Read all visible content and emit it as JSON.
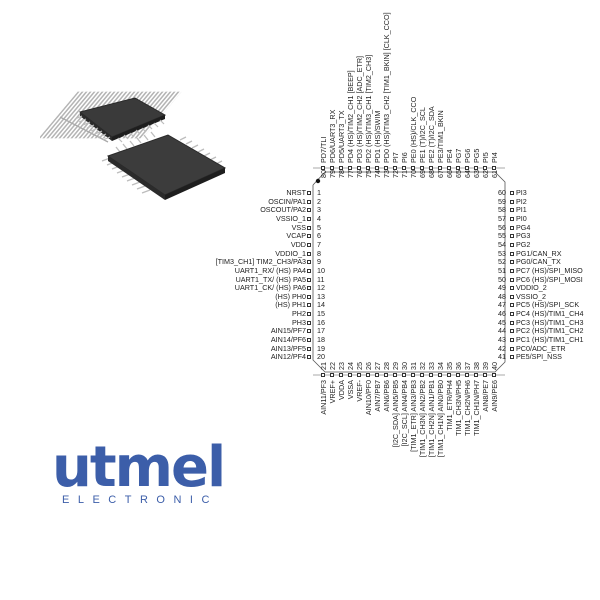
{
  "logo": {
    "main": "utmel",
    "sub": "ELECTRONIC",
    "color": "#3c5ea9"
  },
  "package_image": {
    "description": "two LQFP-80 chips"
  },
  "pinout": {
    "pin1_marker": "dot",
    "left": [
      {
        "n": "1",
        "label": "NRST"
      },
      {
        "n": "2",
        "label": "OSCIN/PA1"
      },
      {
        "n": "3",
        "label": "OSCOUT/PA2"
      },
      {
        "n": "4",
        "label": "VSSIO_1"
      },
      {
        "n": "5",
        "label": "VSS"
      },
      {
        "n": "6",
        "label": "VCAP"
      },
      {
        "n": "7",
        "label": "VDD"
      },
      {
        "n": "8",
        "label": "VDDIO_1"
      },
      {
        "n": "9",
        "label": "[TIM3_CH1] TIM2_CH3/PA3"
      },
      {
        "n": "10",
        "label": "UART1_RX/ (HS) PA4"
      },
      {
        "n": "11",
        "label": "UART1_TX/ (HS) PA5"
      },
      {
        "n": "12",
        "label": "UART1_CK/ (HS) PA6"
      },
      {
        "n": "13",
        "label": "(HS) PH0"
      },
      {
        "n": "14",
        "label": "(HS) PH1"
      },
      {
        "n": "15",
        "label": "PH2"
      },
      {
        "n": "16",
        "label": "PH3"
      },
      {
        "n": "17",
        "label": "AIN15/PF7"
      },
      {
        "n": "18",
        "label": "AIN14/PF6"
      },
      {
        "n": "19",
        "label": "AIN13/PF5"
      },
      {
        "n": "20",
        "label": "AIN12/PF4"
      }
    ],
    "right": [
      {
        "n": "60",
        "label": "PI3"
      },
      {
        "n": "59",
        "label": "PI2"
      },
      {
        "n": "58",
        "label": "PI1"
      },
      {
        "n": "57",
        "label": "PI0"
      },
      {
        "n": "56",
        "label": "PG4"
      },
      {
        "n": "55",
        "label": "PG3"
      },
      {
        "n": "54",
        "label": "PG2"
      },
      {
        "n": "53",
        "label": "PG1/CAN_RX"
      },
      {
        "n": "52",
        "label": "PG0/CAN_TX"
      },
      {
        "n": "51",
        "label": "PC7 (HS)/SPI_MISO"
      },
      {
        "n": "50",
        "label": "PC6 (HS)/SPI_MOSI"
      },
      {
        "n": "49",
        "label": "VDDIO_2"
      },
      {
        "n": "48",
        "label": "VSSIO_2"
      },
      {
        "n": "47",
        "label": "PC5 (HS)/SPI_SCK"
      },
      {
        "n": "46",
        "label": "PC4 (HS)/TIM1_CH4"
      },
      {
        "n": "45",
        "label": "PC3 (HS)/TIM1_CH3"
      },
      {
        "n": "44",
        "label": "PC2 (HS)/TIM1_CH2"
      },
      {
        "n": "43",
        "label": "PC1 (HS)/TIM1_CH1"
      },
      {
        "n": "42",
        "label": "PC0/ADC_ETR"
      },
      {
        "n": "41",
        "label": "PE5/SPI_NSS"
      }
    ],
    "top": [
      {
        "n": "80",
        "label": "PD7/TLI"
      },
      {
        "n": "79",
        "label": "PD6/UART3_RX"
      },
      {
        "n": "78",
        "label": "PD5/UART3_TX"
      },
      {
        "n": "77",
        "label": "PD4 (HS)/TIM2_CH1 [BEEP]"
      },
      {
        "n": "76",
        "label": "PD3 (HS)/TIM2_CH2 [ADC_ETR]"
      },
      {
        "n": "75",
        "label": "PD2 (HS)/TIM3_CH1 [TIM2_CH3]"
      },
      {
        "n": "74",
        "label": "PD1 (HS)/SWIM"
      },
      {
        "n": "73",
        "label": "PD0 (HS)/TIM3_CH2 [TIM1_BKIN] [CLK_CCO]"
      },
      {
        "n": "72",
        "label": "PI7"
      },
      {
        "n": "71",
        "label": "PI6"
      },
      {
        "n": "70",
        "label": "PE0 (HS)/CLK_CCO"
      },
      {
        "n": "69",
        "label": "PE1 (T)/I2C_SCL"
      },
      {
        "n": "68",
        "label": "PE2 (T)/I2C_SDA"
      },
      {
        "n": "67",
        "label": "PE3/TIM1_BKIN"
      },
      {
        "n": "66",
        "label": "PE4"
      },
      {
        "n": "65",
        "label": "PG7"
      },
      {
        "n": "64",
        "label": "PG6"
      },
      {
        "n": "63",
        "label": "PG5"
      },
      {
        "n": "62",
        "label": "PI5"
      },
      {
        "n": "61",
        "label": "PI4"
      }
    ],
    "bottom": [
      {
        "n": "21",
        "label": "AIN11/PF3"
      },
      {
        "n": "22",
        "label": "VREF+"
      },
      {
        "n": "23",
        "label": "VDDA"
      },
      {
        "n": "24",
        "label": "VSSA"
      },
      {
        "n": "25",
        "label": "VREF-"
      },
      {
        "n": "26",
        "label": "AIN10/PF0"
      },
      {
        "n": "27",
        "label": "AIN7/PB7"
      },
      {
        "n": "28",
        "label": "AIN6/PB6"
      },
      {
        "n": "29",
        "label": "[I2C_SDA] AIN5/PB5"
      },
      {
        "n": "30",
        "label": "[I2C_SCL] AIN4/PB4"
      },
      {
        "n": "31",
        "label": "[TIM1_ETR] AIN3/PB3"
      },
      {
        "n": "32",
        "label": "[TIM1_CH3N] AIN2/PB2"
      },
      {
        "n": "33",
        "label": "[TIM1_CH2N] AIN1/PB1"
      },
      {
        "n": "34",
        "label": "[TIM1_CH1N] AIN0/PB0"
      },
      {
        "n": "35",
        "label": "TIM1_ETR/PH4"
      },
      {
        "n": "36",
        "label": "TIM1_CH3N/PH5"
      },
      {
        "n": "37",
        "label": "TIM1_CH2N/PH6"
      },
      {
        "n": "38",
        "label": "TIM1_CH1N/PH7"
      },
      {
        "n": "39",
        "label": "AIN8/PE7"
      },
      {
        "n": "40",
        "label": "AIN9/PE6"
      }
    ]
  }
}
